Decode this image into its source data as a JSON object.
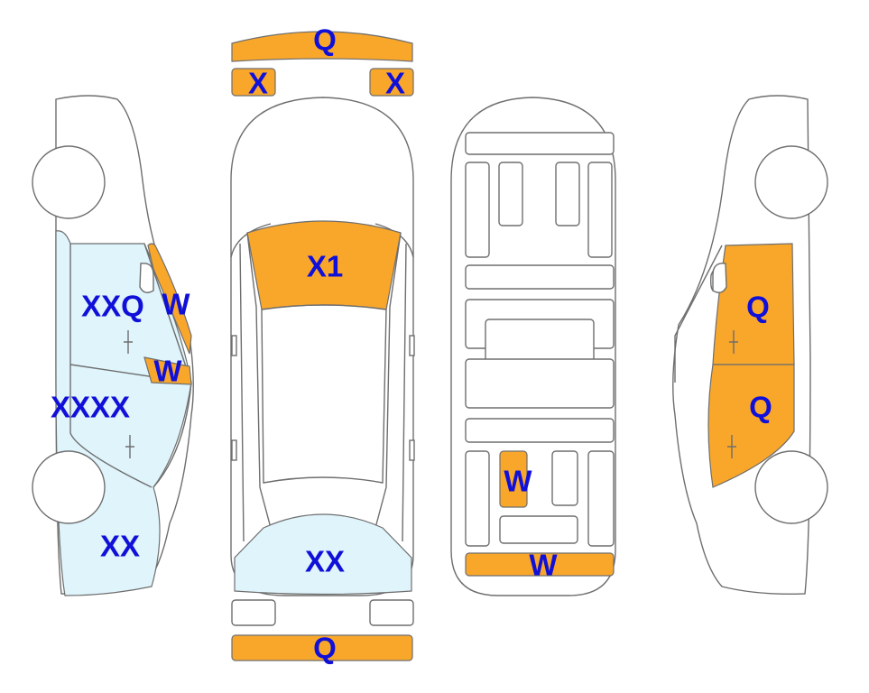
{
  "colors": {
    "orange_panel": "#f9a72b",
    "blue_panel": "#dff4fb",
    "label_text": "#1010d8",
    "outline": "#6e6e6e"
  },
  "labels": {
    "front_bumper": "Q",
    "front_left_light": "X",
    "front_right_light": "X",
    "windshield": "X1",
    "rear_window": "XX",
    "rear_bumper": "Q",
    "left_rear_door": "XXQ",
    "left_front_door": "XXXX",
    "left_quarter_panel": "XX",
    "left_window_upper": "W",
    "left_window_lower": "W",
    "underbody_panel": "W",
    "underbody_rear": "W",
    "right_front_door": "Q",
    "right_rear_door": "Q"
  }
}
